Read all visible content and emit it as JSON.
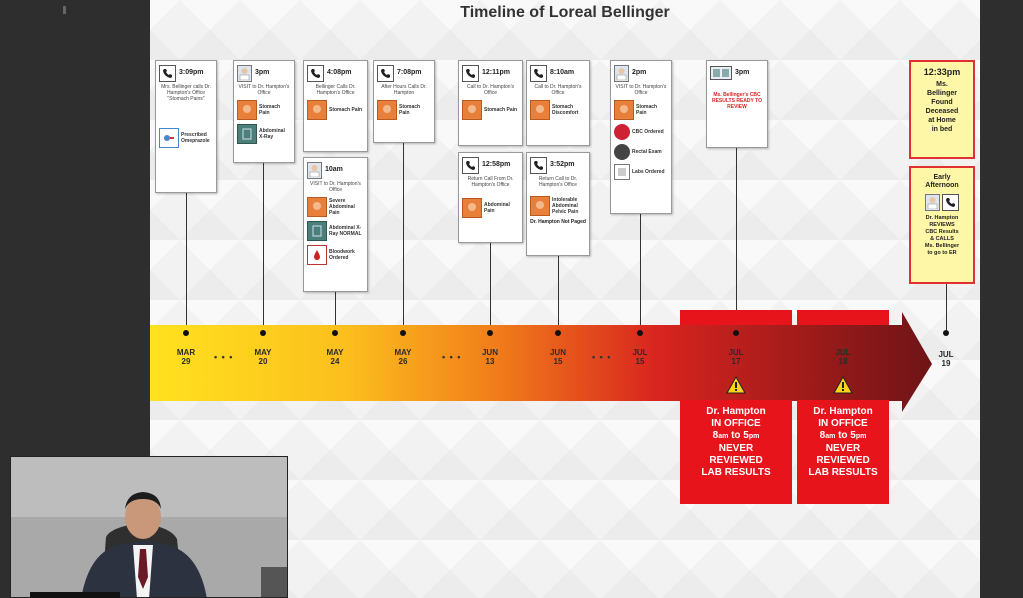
{
  "title": "Timeline of Loreal Bellinger",
  "cards": {
    "mar29": {
      "time": "3:09pm",
      "desc": "Mrs. Bellinger calls Dr. Hampton's Office \"Stomach Pains\"",
      "item1": "Prescribed Omeprazole"
    },
    "may20": {
      "time": "3pm",
      "desc": "VISIT to Dr. Hampton's Office",
      "item1": "Stomach Pain",
      "item2": "Abdominal X-Ray"
    },
    "may24a": {
      "time": "4:08pm",
      "desc": "Bellinger Calls Dr. Hampton's Office",
      "item1": "Stomach Pain"
    },
    "may24b": {
      "time": "10am",
      "desc": "VISIT to Dr. Hampton's Office",
      "item1": "Severe Abdominal Pain",
      "item2": "Abdominal X-Ray NORMAL",
      "item3": "Bloodwork Ordered"
    },
    "may26": {
      "time": "7:08pm",
      "desc": "After Hours Calls Dr. Hampton",
      "item1": "Stomach Pain"
    },
    "jun13a": {
      "time": "12:11pm",
      "desc": "Call to Dr. Hampton's Office",
      "item1": "Stomach Pain"
    },
    "jun13b": {
      "time": "12:58pm",
      "desc": "Return Call From Dr. Hampton's Office",
      "item1": "Abdominal Pain"
    },
    "jun15a": {
      "time": "8:10am",
      "desc": "Call to Dr. Hampton's Office",
      "item1": "Stomach Discomfort"
    },
    "jun15b": {
      "time": "3:52pm",
      "desc": "Return Call to Dr. Hampton's Office",
      "item1": "Intolerable Abdominal Pelvic Pain",
      "item2": "Dr. Hampton Not Paged"
    },
    "jul15": {
      "time": "2pm",
      "desc": "VISIT to Dr. Hampton's Office",
      "item1": "Stomach Pain",
      "item2": "CBC Ordered",
      "item3": "Rectal Exam",
      "item4": "Labs Ordered"
    },
    "jul17": {
      "time": "3pm",
      "desc": "Ms. Bellinger's CBC RESULTS READY TO REVIEW"
    }
  },
  "dates": [
    {
      "month": "MAR",
      "day": "29"
    },
    {
      "month": "MAY",
      "day": "20"
    },
    {
      "month": "MAY",
      "day": "24"
    },
    {
      "month": "MAY",
      "day": "26"
    },
    {
      "month": "JUN",
      "day": "13"
    },
    {
      "month": "JUN",
      "day": "15"
    },
    {
      "month": "JUL",
      "day": "15"
    },
    {
      "month": "JUL",
      "day": "17"
    },
    {
      "month": "JUL",
      "day": "18"
    },
    {
      "month": "JUL",
      "day": "19"
    }
  ],
  "ellipsis": "• • •",
  "red_panels": [
    {
      "line1": "Dr. Hampton",
      "line2": "IN OFFICE",
      "line3a": "8",
      "line3sup": "am",
      "line3b": " to 5",
      "line3sup2": "pm",
      "line4": "NEVER",
      "line5": "REVIEWED",
      "line6": "LAB RESULTS"
    },
    {
      "line1": "Dr. Hampton",
      "line2": "IN OFFICE",
      "line3a": "8",
      "line3sup": "am",
      "line3b": " to 5",
      "line3sup2": "pm",
      "line4": "NEVER",
      "line5": "REVIEWED",
      "line6": "LAB RESULTS"
    }
  ],
  "jul19": {
    "top_time": "12:33pm",
    "top_desc1": "Ms.",
    "top_desc2": "Bellinger",
    "top_desc3": "Found",
    "top_desc4": "Deceased",
    "top_desc5": "at Home",
    "top_desc6": "in bed",
    "bottom_title1": "Early",
    "bottom_title2": "Afternoon",
    "bottom_desc1": "Dr. Hampton",
    "bottom_desc2": "REVIEWS",
    "bottom_desc3": "CBC Results",
    "bottom_desc4": "& CALLS",
    "bottom_desc5": "Ms. Bellinger",
    "bottom_desc6": "to go to ER"
  },
  "colors": {
    "bar_start": "#ffe21f",
    "bar_mid": "#f07a1a",
    "bar_red": "#d61f1f",
    "bar_end": "#6e1417",
    "panel_red": "#e8141c",
    "yellow_box": "#fff7a8"
  }
}
